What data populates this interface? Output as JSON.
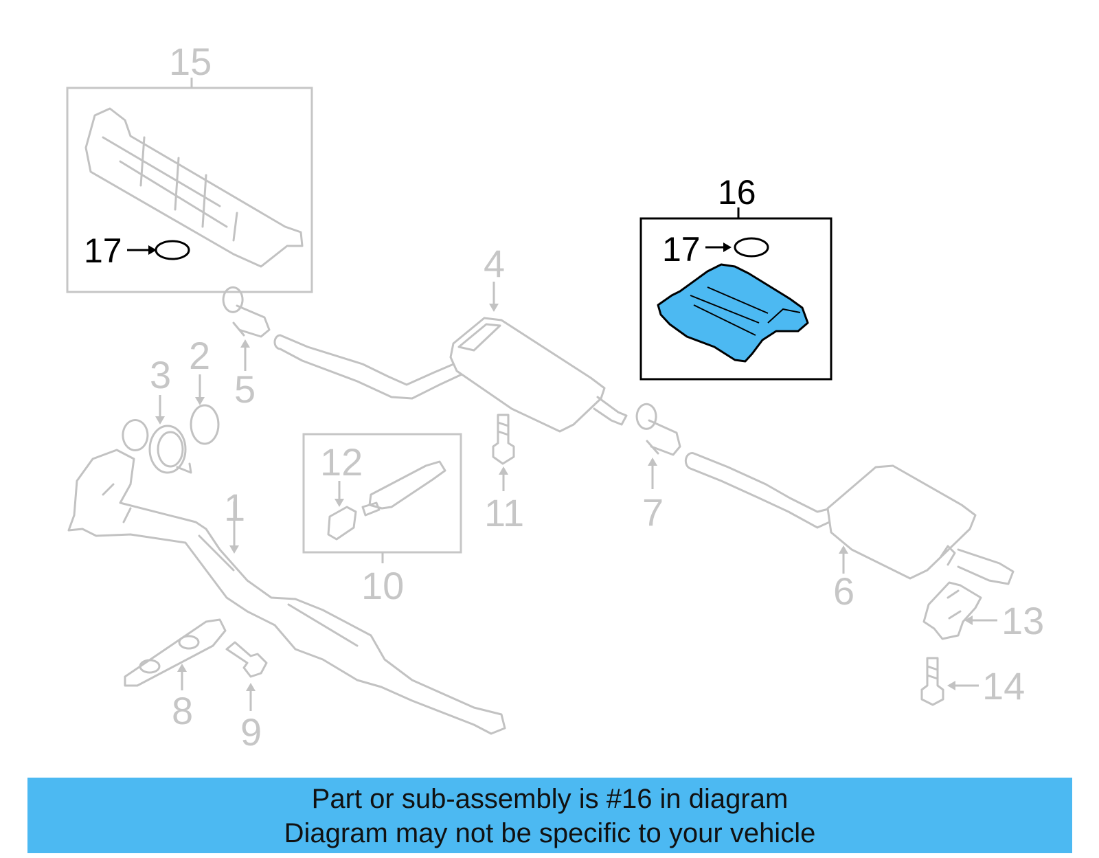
{
  "diagram": {
    "callouts": {
      "c1": "1",
      "c2": "2",
      "c3": "3",
      "c4": "4",
      "c5": "5",
      "c6": "6",
      "c7": "7",
      "c8": "8",
      "c9": "9",
      "c10": "10",
      "c11": "11",
      "c12": "12",
      "c13": "13",
      "c14": "14",
      "c15": "15",
      "c16": "16",
      "c17a": "17",
      "c17b": "17"
    },
    "highlighted_part": "16",
    "highlight_color": "#4cb9f2",
    "ghost_color": "#c2c2c2"
  },
  "banner": {
    "line1": "Part or sub-assembly is #16 in diagram",
    "line2": "Diagram may not be specific to your vehicle",
    "background": "#4cb9f2"
  }
}
